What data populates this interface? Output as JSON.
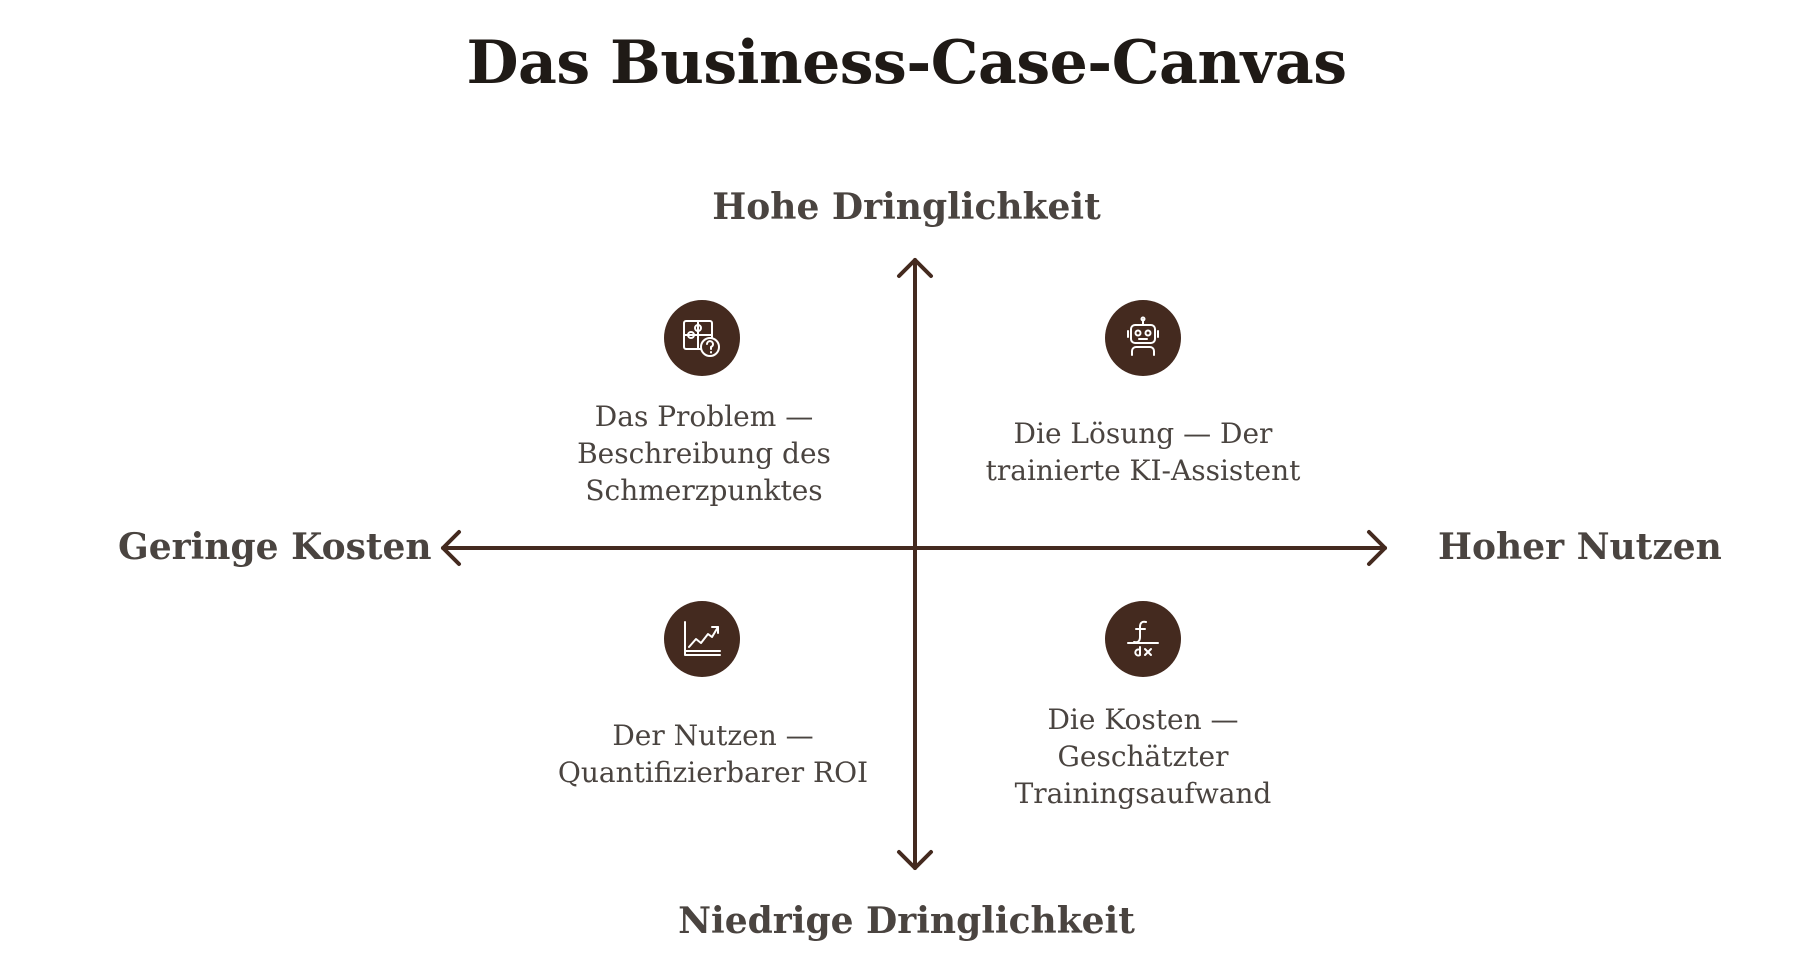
{
  "title": "Das Business-Case-Canvas",
  "axes": {
    "top": "Hohe Dringlichkeit",
    "bottom": "Niedrige Dringlichkeit",
    "left": "Geringe Kosten",
    "right": "Hoher Nutzen"
  },
  "quadrants": {
    "top_left": {
      "icon": "puzzle-question-icon",
      "lines": [
        "Das Problem —",
        "Beschreibung des",
        "Schmerzpunktes"
      ]
    },
    "top_right": {
      "icon": "robot-icon",
      "lines": [
        "Die Lösung — Der",
        "trainierte KI-Assistent"
      ]
    },
    "bottom_left": {
      "icon": "growth-chart-icon",
      "lines": [
        "Der Nutzen —",
        "Quantifizierbarer ROI"
      ]
    },
    "bottom_right": {
      "icon": "function-derivative-icon",
      "lines": [
        "Die Kosten —",
        "Geschätzter",
        "Trainingsaufwand"
      ]
    }
  },
  "colors": {
    "accent": "#442a1f",
    "text": "#4a4440",
    "title": "#1f1a16"
  }
}
